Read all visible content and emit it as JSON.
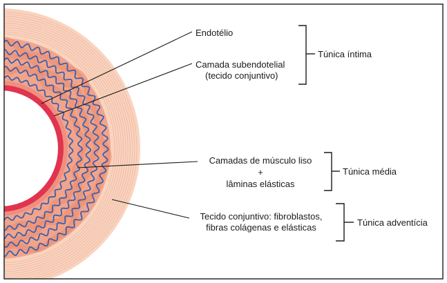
{
  "labels": {
    "endotelio": "Endotélio",
    "subendotelial_1": "Camada subendotelial",
    "subendotelial_2": "(tecido conjuntivo)",
    "musculo_1": "Camadas de músculo liso",
    "musculo_plus": "+",
    "musculo_2": "lâminas elásticas",
    "tecido_1": "Tecido conjuntivo: fibroblastos,",
    "tecido_2": "fibras colágenas e elásticas"
  },
  "tunics": {
    "intima": "Túnica íntima",
    "media": "Túnica média",
    "adventicia": "Túnica adventícia"
  },
  "colors": {
    "adventitia": "#f9d4bf",
    "adventitia_lines": "#e9a893",
    "media": "#f2a48a",
    "media_dark": "#ea8a6f",
    "elastic_lamina": "#3a5fae",
    "subendothelial": "#f08f80",
    "endothelium": "#e0344f",
    "lumen": "#ffffff",
    "outline": "#1a1a1a"
  }
}
